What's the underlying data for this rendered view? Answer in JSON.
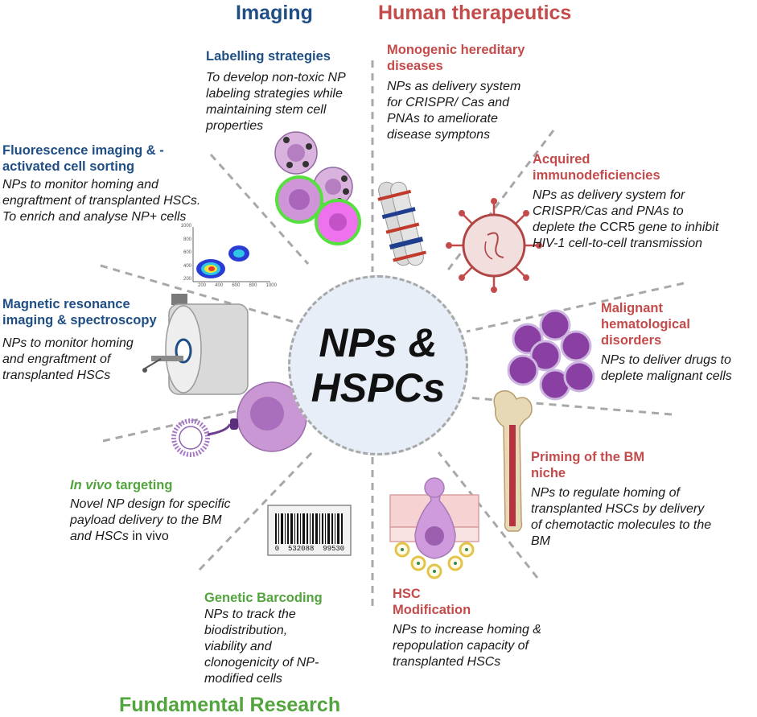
{
  "center": {
    "line1": "NPs &",
    "line2": "HSPCs"
  },
  "categories": {
    "imaging": "Imaging",
    "therapeutics": "Human therapeutics",
    "research": "Fundamental Research"
  },
  "items": {
    "labelling": {
      "heading": "Labelling strategies",
      "body": "To develop non-toxic NP labeling strategies while maintaining stem cell properties"
    },
    "fluorescence": {
      "heading": "Fluorescence imaging & -activated cell sorting",
      "body": "NPs to monitor homing and engraftment of transplanted HSCs. To enrich and analyse NP+ cells"
    },
    "mri": {
      "heading": "Magnetic resonance imaging & spectroscopy",
      "body": "NPs to monitor homing and engraftment of transplanted HSCs"
    },
    "invivo": {
      "heading_italic": "In vivo",
      "heading_rest": " targeting",
      "body_italic": "Novel NP design for specific payload delivery to the BM and HSCs",
      "body_plain": " in vivo"
    },
    "barcoding": {
      "heading": "Genetic Barcoding",
      "body": "NPs to track the biodistribution, viability and clonogenicity of NP-modified cells"
    },
    "monogenic": {
      "heading": "Monogenic hereditary diseases",
      "body": "NPs as delivery system for CRISPR/ Cas and PNAs to ameliorate disease symptons"
    },
    "acquired": {
      "heading": "Acquired immunodeficiencies",
      "body_a": "NPs as delivery system for CRISPR/Cas and PNAs to deplete the ",
      "body_gene": "CCR5",
      "body_b": " gene to inhibit HIV-1 cell-to-cell transmission"
    },
    "malignant": {
      "heading": "Malignant hematological disorders",
      "body": "NPs to deliver drugs to deplete malignant cells"
    },
    "priming": {
      "heading": "Priming of the BM niche",
      "body": "NPs to regulate homing of transplanted HSCs by delivery of chemotactic molecules to the BM"
    },
    "hscmod": {
      "heading": "HSC Modification",
      "body": "NPs to increase homing & repopulation capacity of transplanted HSCs"
    }
  },
  "plot_ticks": {
    "x": [
      "200",
      "400",
      "600",
      "800",
      "1000"
    ],
    "y": [
      "200",
      "400",
      "600",
      "800",
      "1000"
    ]
  },
  "barcode_digits": "0  532088  99530",
  "colors": {
    "imaging": "#1f4e85",
    "therapeutics": "#c44b4b",
    "research": "#52a43c",
    "center_fill": "#e7eef8",
    "divider": "#a8a8a8"
  }
}
